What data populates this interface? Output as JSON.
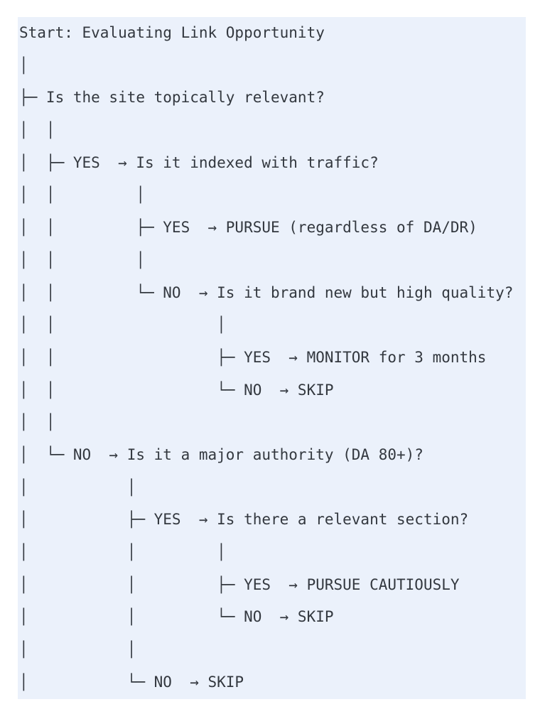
{
  "window": {
    "background": "#ffffff"
  },
  "code_block": {
    "background": "#ebf1fb",
    "text_color": "#33383f",
    "lines": [
      "Start: Evaluating Link Opportunity",
      "│",
      "├─ Is the site topically relevant?",
      "│  │",
      "│  ├─ YES  → Is it indexed with traffic?",
      "│  │         │",
      "│  │         ├─ YES  → PURSUE (regardless of DA/DR)",
      "│  │         │",
      "│  │         └─ NO  → Is it brand new but high quality?",
      "│  │                  │",
      "│  │                  ├─ YES  → MONITOR for 3 months",
      "│  │                  └─ NO  → SKIP",
      "│  │",
      "│  └─ NO  → Is it a major authority (DA 80+)?",
      "│           │",
      "│           ├─ YES  → Is there a relevant section?",
      "│           │         │",
      "│           │         ├─ YES  → PURSUE CAUTIOUSLY",
      "│           │         └─ NO  → SKIP",
      "│           │",
      "│           └─ NO  → SKIP"
    ]
  },
  "decision_tree": {
    "title": "Start: Evaluating Link Opportunity",
    "root_question": "Is the site topically relevant?",
    "branches": [
      {
        "answer": "YES",
        "question": "Is it indexed with traffic?",
        "branches": [
          {
            "answer": "YES",
            "outcome": "PURSUE (regardless of DA/DR)"
          },
          {
            "answer": "NO",
            "question": "Is it brand new but high quality?",
            "branches": [
              {
                "answer": "YES",
                "outcome": "MONITOR for 3 months"
              },
              {
                "answer": "NO",
                "outcome": "SKIP"
              }
            ]
          }
        ]
      },
      {
        "answer": "NO",
        "question": "Is it a major authority (DA 80+)?",
        "branches": [
          {
            "answer": "YES",
            "question": "Is there a relevant section?",
            "branches": [
              {
                "answer": "YES",
                "outcome": "PURSUE CAUTIOUSLY"
              },
              {
                "answer": "NO",
                "outcome": "SKIP"
              }
            ]
          },
          {
            "answer": "NO",
            "outcome": "SKIP"
          }
        ]
      }
    ]
  }
}
